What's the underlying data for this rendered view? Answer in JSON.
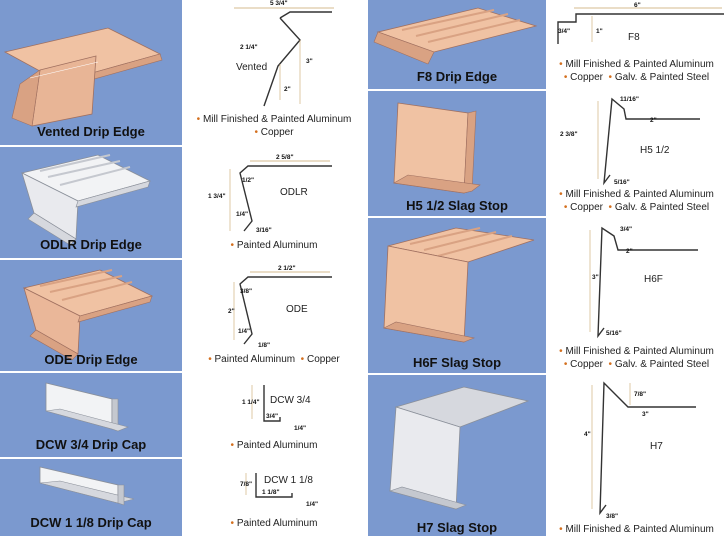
{
  "left": [
    {
      "title": "Vented Drip Edge",
      "code": "Vented",
      "dims": [
        "5 3/4\"",
        "2 1/4\"",
        "3\"",
        "2\""
      ],
      "materials": [
        [
          "Mill Finished & Painted Aluminum"
        ],
        [
          "Copper"
        ]
      ],
      "color": "#f0c2a3"
    },
    {
      "title": "ODLR Drip Edge",
      "code": "ODLR",
      "dims": [
        "2 5/8\"",
        "1/2\"",
        "1 3/4\"",
        "1/4\"",
        "3/16\""
      ],
      "materials": [
        [
          "Painted Aluminum"
        ]
      ],
      "color": "#f2f3f5"
    },
    {
      "title": "ODE Drip Edge",
      "code": "ODE",
      "dims": [
        "2 1/2\"",
        "3/8\"",
        "2\"",
        "1/4\"",
        "1/8\""
      ],
      "materials": [
        [
          "Painted Aluminum",
          "Copper"
        ]
      ],
      "color": "#f0c2a3"
    },
    {
      "title": "DCW 3/4 Drip Cap",
      "code": "DCW 3/4",
      "dims": [
        "1 1/4\"",
        "3/4\"",
        "1/4\""
      ],
      "materials": [
        [
          "Painted Aluminum"
        ]
      ],
      "color": "#f2f3f5"
    },
    {
      "title": "DCW 1 1/8 Drip Cap",
      "code": "DCW 1 1/8",
      "dims": [
        "7/8\"",
        "1 1/8\"",
        "1/4\""
      ],
      "materials": [
        [
          "Painted Aluminum"
        ]
      ],
      "color": "#f2f3f5"
    }
  ],
  "right": [
    {
      "title": "F8 Drip Edge",
      "code": "F8",
      "dims": [
        "6\"",
        "3/4\"",
        "1\""
      ],
      "materials": [
        [
          "Mill Finished & Painted Aluminum"
        ],
        [
          "Copper",
          "Galv. & Painted Steel"
        ]
      ],
      "color": "#f0c2a3"
    },
    {
      "title": "H5 1/2 Slag Stop",
      "code": "H5 1/2",
      "dims": [
        "11/16\"",
        "2\"",
        "2 3/8\"",
        "5/16\""
      ],
      "materials": [
        [
          "Mill Finished & Painted Aluminum"
        ],
        [
          "Copper",
          "Galv. & Painted Steel"
        ]
      ],
      "color": "#f0c2a3"
    },
    {
      "title": "H6F Slag Stop",
      "code": "H6F",
      "dims": [
        "3/4\"",
        "2\"",
        "3\"",
        "5/16\""
      ],
      "materials": [
        [
          "Mill Finished & Painted Aluminum"
        ],
        [
          "Copper",
          "Galv. & Painted Steel"
        ]
      ],
      "color": "#f0c2a3"
    },
    {
      "title": "H7 Slag Stop",
      "code": "H7",
      "dims": [
        "7/8\"",
        "3\"",
        "4\"",
        "3/8\""
      ],
      "materials": [
        [
          "Mill Finished & Painted Aluminum"
        ]
      ],
      "color": "#e4e6ea"
    }
  ],
  "colors": {
    "panel_blue": "#7b99cf",
    "bullet_orange": "#d4701f",
    "dimension_line": "#c9a46a"
  }
}
